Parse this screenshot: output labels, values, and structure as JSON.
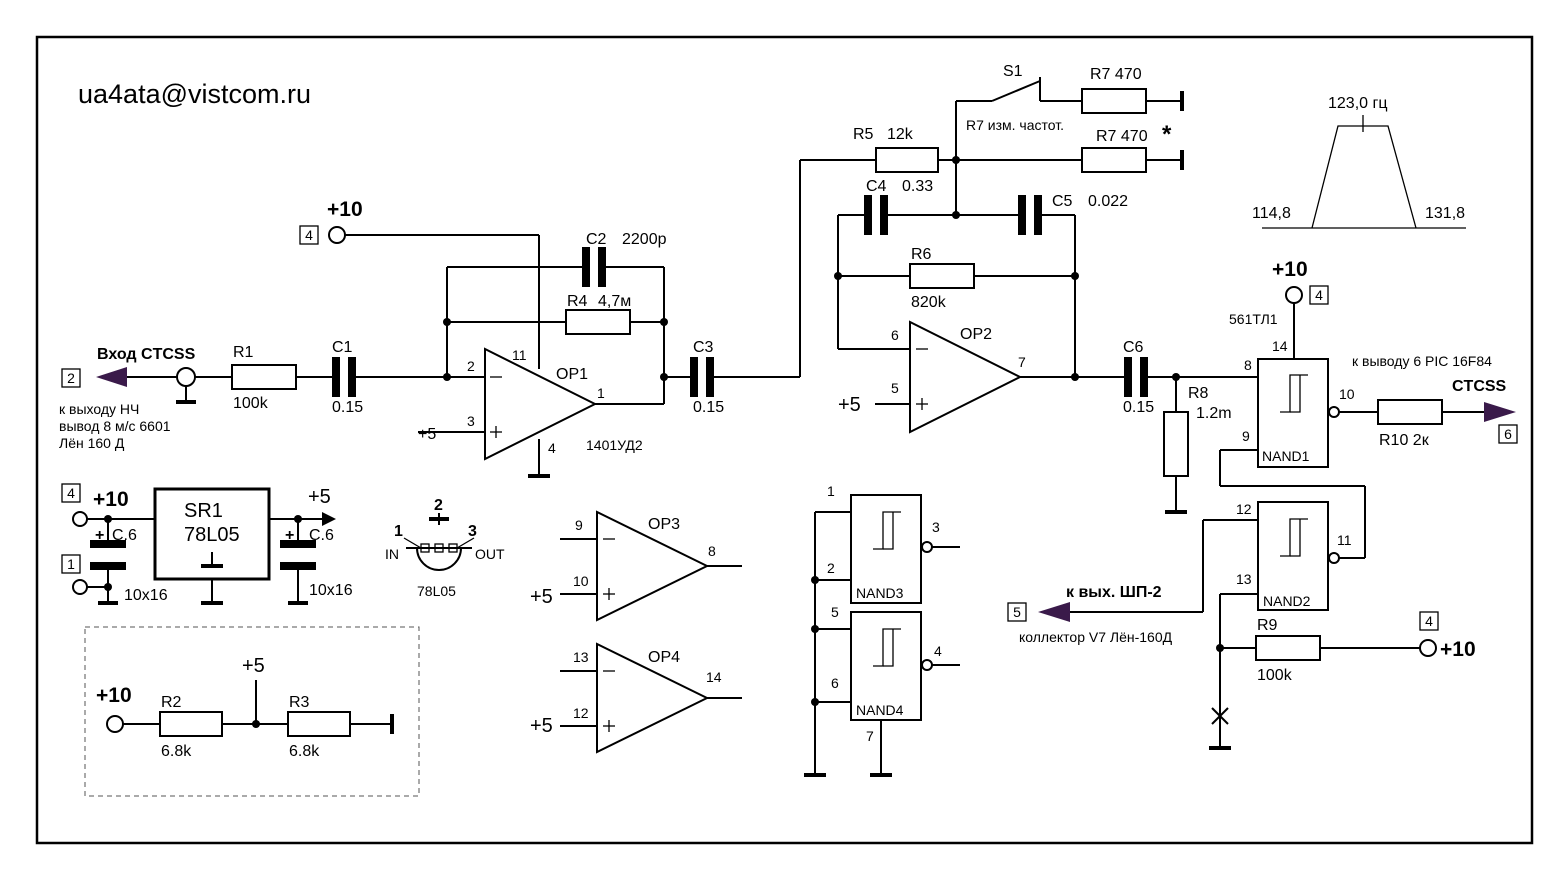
{
  "header": {
    "email": "ua4ata@vistcom.ru"
  },
  "input": {
    "label": "Вход CTCSS",
    "pin": "2",
    "note1": "к выходу НЧ",
    "note2": "вывод 8 м/с 6601",
    "note3": "Лён 160 Д"
  },
  "components": {
    "R1": {
      "name": "R1",
      "value": "100k"
    },
    "C1": {
      "name": "C1",
      "value": "0.15"
    },
    "C2": {
      "name": "C2",
      "value": "2200p"
    },
    "R4": {
      "name": "R4",
      "value": "4,7м"
    },
    "C3": {
      "name": "C3",
      "value": "0.15"
    },
    "R5": {
      "name": "R5",
      "value": "12k"
    },
    "C4": {
      "name": "C4",
      "value": "0.33"
    },
    "C5": {
      "name": "C5",
      "value": "0.022"
    },
    "R6": {
      "name": "R6",
      "value": "820k"
    },
    "R7a": {
      "name": "R7 470"
    },
    "R7b": {
      "name": "R7 470",
      "star": "*"
    },
    "R7note": "R7 изм. частот.",
    "S1": {
      "name": "S1"
    },
    "C6": {
      "name": "C6",
      "value": "0.15"
    },
    "R8": {
      "name": "R8",
      "value": "1.2m"
    },
    "R10": {
      "name": "R10 2к"
    },
    "R9": {
      "name": "R9",
      "value": "100k"
    },
    "R2": {
      "name": "R2",
      "value": "6.8k"
    },
    "R3": {
      "name": "R3",
      "value": "6.8k"
    },
    "SR1": {
      "name": "SR1",
      "value": "78L05"
    },
    "Cp1": {
      "value": "С.6",
      "size": "10x16"
    },
    "Cp2": {
      "value": "С.6",
      "size": "10x16"
    }
  },
  "opamps": {
    "op1": {
      "name": "OP1",
      "pins": [
        "2",
        "3",
        "11",
        "4",
        "1"
      ],
      "part": "1401УД2"
    },
    "op2": {
      "name": "OP2",
      "pins": [
        "6",
        "5",
        "7"
      ]
    },
    "op3": {
      "name": "OP3",
      "pins": [
        "9",
        "10",
        "8"
      ]
    },
    "op4": {
      "name": "OP4",
      "pins": [
        "13",
        "12",
        "14"
      ]
    }
  },
  "gates": {
    "nand1": {
      "name": "NAND1",
      "pins": [
        "8",
        "9",
        "10",
        "14"
      ],
      "part": "561ТЛ1"
    },
    "nand2": {
      "name": "NAND2",
      "pins": [
        "12",
        "13",
        "11"
      ]
    },
    "nand3": {
      "name": "NAND3",
      "pins": [
        "1",
        "2",
        "3"
      ]
    },
    "nand4": {
      "name": "NAND4",
      "pins": [
        "5",
        "6",
        "4",
        "7"
      ]
    }
  },
  "rails": {
    "p10": "+10",
    "p5": "+5"
  },
  "output": {
    "label": "CTCSS",
    "pin": "6",
    "note": "к выводу 6 PIC 16F84"
  },
  "shp": {
    "label": "к вых. ШП-2",
    "pin": "5",
    "note": "коллектор V7 Лён-160Д"
  },
  "power_pins": {
    "p4": "4",
    "p1": "1"
  },
  "regulator_pinout": {
    "pin1": "1",
    "pin2": "2",
    "pin3": "3",
    "in": "IN",
    "out": "OUT",
    "name": "78L05"
  },
  "freq_graph": {
    "center": "123,0 гц",
    "low": "114,8",
    "high": "131,8"
  }
}
